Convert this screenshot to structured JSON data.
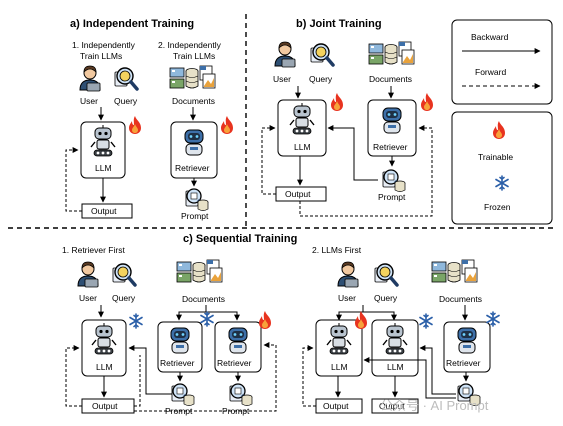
{
  "sections": {
    "a": {
      "title": "a) Independent Training",
      "subtitle1": "1. Independently",
      "subtitle1b": "Train LLMs",
      "subtitle2": "2. Independently",
      "subtitle2b": "Train LLMs",
      "user": "User",
      "query": "Query",
      "documents": "Documents",
      "llm": "LLM",
      "retriever": "Retriever",
      "output": "Output",
      "prompt": "Prompt"
    },
    "b": {
      "title": "b) Joint Training",
      "user": "User",
      "query": "Query",
      "documents": "Documents",
      "llm": "LLM",
      "retriever": "Retriever",
      "output": "Output",
      "prompt": "Prompt"
    },
    "c": {
      "title": "c) Sequential Training",
      "sub1": "1. Retriever First",
      "sub2": "2. LLMs First",
      "user": "User",
      "query": "Query",
      "documents": "Documents",
      "llm": "LLM",
      "retriever": "Retriever",
      "output": "Output",
      "prompt": "Prompt"
    }
  },
  "legend": {
    "backward": "Backward",
    "forward": "Forward",
    "trainable": "Trainable",
    "frozen": "Frozen"
  },
  "watermark": "公众号 · AI Prompt",
  "colors": {
    "flame": "#e8331f",
    "snow": "#2b5fa8",
    "robot": "#3d6fa8",
    "user": "#2e4f73"
  }
}
